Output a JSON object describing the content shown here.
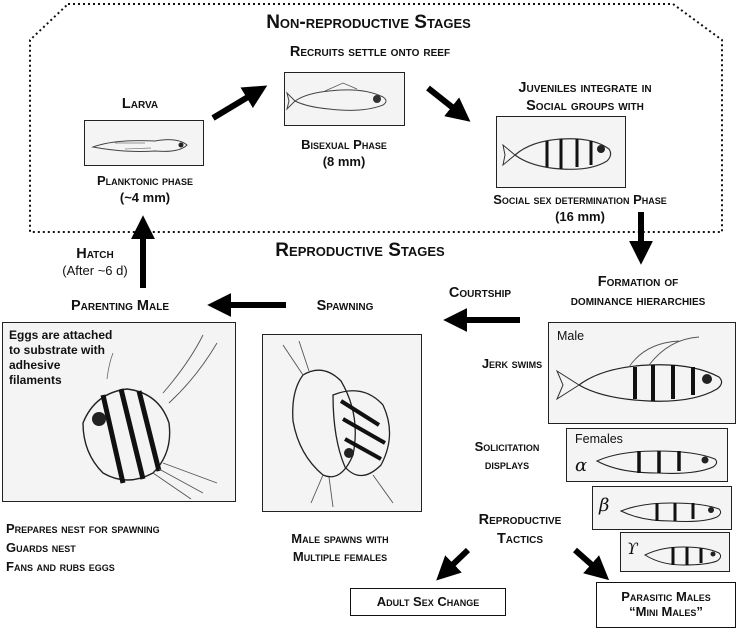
{
  "sections": {
    "non_reproductive": "Non-reproductive Stages",
    "reproductive": "Reproductive Stages"
  },
  "stages": {
    "larva": {
      "title": "Larva",
      "caption": "Planktonic phase",
      "size": "(~4 mm)"
    },
    "recruits": {
      "title": "Recruits settle onto reef",
      "caption": "Bisexual Phase",
      "size": "(8 mm)"
    },
    "juveniles": {
      "title_line1": "Juveniles integrate in",
      "title_line2": "Social groups with",
      "caption": "Social sex determination Phase",
      "size": "(16 mm)"
    },
    "hatch": {
      "title": "Hatch",
      "note": "(After ~6 d)"
    },
    "parenting": {
      "title": "Parenting Male",
      "box_note": [
        "Eggs are attached",
        "to substrate with",
        "adhesive",
        "filaments"
      ],
      "list": [
        "Prepares nest for spawning",
        "Guards nest",
        "Fans and rubs eggs"
      ]
    },
    "spawning": {
      "title": "Spawning",
      "caption_line1": "Male spawns with",
      "caption_line2": "Multiple females"
    },
    "courtship": {
      "title": "Courtship"
    },
    "dominance": {
      "title_line1": "Formation of",
      "title_line2": "dominance hierarchies",
      "jerk": "Jerk swims",
      "solicit_line1": "Solicitation",
      "solicit_line2": "displays",
      "male_label": "Male",
      "females_label": "Females",
      "alpha": "α",
      "beta": "β",
      "gamma": "ϒ"
    },
    "tactics": {
      "title_line1": "Reproductive",
      "title_line2": "Tactics"
    },
    "sex_change": {
      "label": "Adult Sex Change"
    },
    "parasitic": {
      "label_line1": "Parasitic Males",
      "label_line2": "“Mini Males”"
    }
  }
}
